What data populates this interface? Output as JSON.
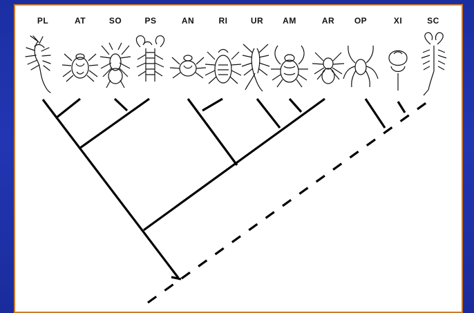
{
  "taxa": [
    {
      "code": "PL",
      "color": "#111111"
    },
    {
      "code": "AT",
      "color": "#111111"
    },
    {
      "code": "SO",
      "color": "#111111"
    },
    {
      "code": "PS",
      "color": "#111111"
    },
    {
      "code": "AN",
      "color": "#111111"
    },
    {
      "code": "RI",
      "color": "#111111"
    },
    {
      "code": "UR",
      "color": "#111111"
    },
    {
      "code": "AM",
      "color": "#111111"
    },
    {
      "code": "AR",
      "color": "#111111"
    },
    {
      "code": "OP",
      "color": "#111111"
    },
    {
      "code": "XI",
      "color": "#111111"
    },
    {
      "code": "SC",
      "color": "#111111"
    }
  ],
  "colors": {
    "background": "#1f33aa",
    "panel": "#ffffff",
    "border": "#cc7a2a",
    "line": "#000000"
  }
}
